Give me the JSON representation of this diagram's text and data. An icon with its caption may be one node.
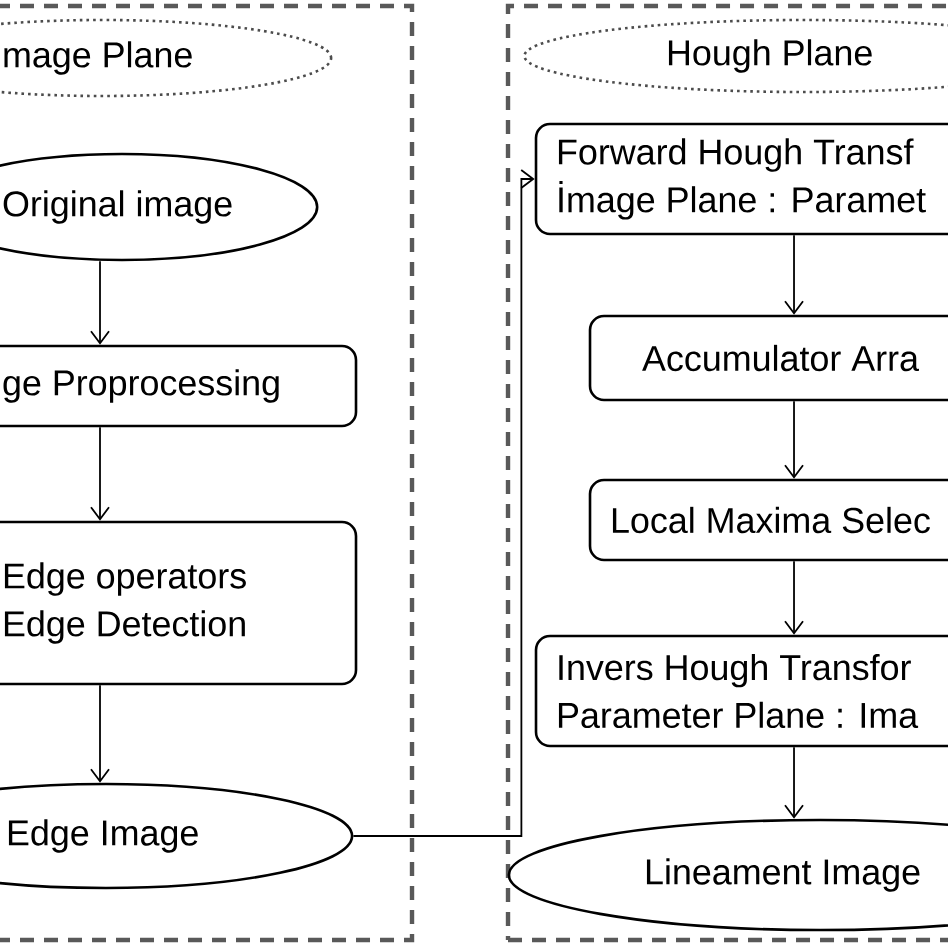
{
  "diagram": {
    "nodes": [
      {
        "text": [],
        "shape": "box"
      },
      {
        "text": [
          "mage Plane"
        ],
        "in": 0
      },
      {
        "text": [
          "Original image"
        ],
        "in": 0
      },
      {
        "text": [
          "ge Proprocessing"
        ],
        "in": 0
      },
      {
        "text": [
          "Edge operators",
          "Edge Detection"
        ],
        "in": 0
      },
      {
        "text": [
          "Edge Image"
        ],
        "in": 0
      },
      {
        "text": [],
        "shape": "box"
      },
      {
        "text": [
          "Hough Plane"
        ],
        "in": 6
      },
      {
        "text": [
          "Forward Hough Transf",
          "İmage Plane : Paramet"
        ],
        "in": 6
      },
      {
        "text": [
          "Accumulator Arra"
        ],
        "in": 6
      },
      {
        "text": [
          "Local Maxima Selec"
        ],
        "in": 6
      },
      {
        "text": [
          "Invers Hough Transfor",
          "Parameter Plane : Ima"
        ],
        "in": 6
      },
      {
        "text": [
          "Lineament Image"
        ],
        "in": 6
      }
    ],
    "edges": [
      {
        "from": 2,
        "to": 3,
        "arrow": "to"
      },
      {
        "from": 3,
        "to": 4,
        "arrow": "to"
      },
      {
        "from": 4,
        "to": 5,
        "arrow": "to"
      },
      {
        "from": 5,
        "to": 8,
        "arrow": "to"
      },
      {
        "from": 8,
        "to": 9,
        "arrow": "to"
      },
      {
        "from": 9,
        "to": 10,
        "arrow": "to"
      },
      {
        "from": 10,
        "to": 11,
        "arrow": "to"
      },
      {
        "from": 11,
        "to": 12,
        "arrow": "to"
      }
    ]
  }
}
